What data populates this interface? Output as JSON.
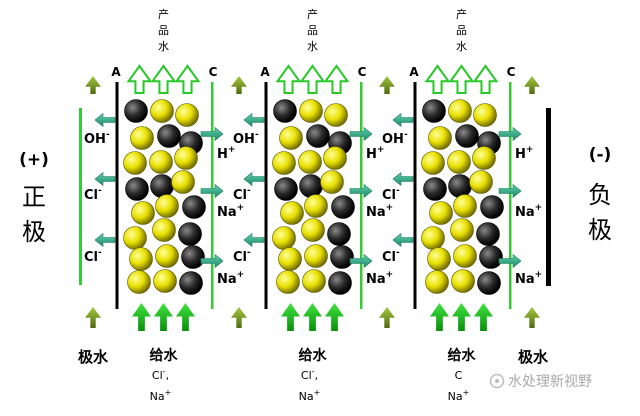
{
  "electrodes": {
    "left": {
      "sign": "(+)",
      "name_1": "正",
      "name_2": "极",
      "color": "#33cc33"
    },
    "right": {
      "sign": "(-)",
      "name_1": "负",
      "name_2": "极",
      "color": "#000000"
    }
  },
  "cells": [
    {
      "membrane_a": "A",
      "membrane_c": "C",
      "product_1": "产",
      "product_2": "品",
      "product_3": "水",
      "anion_labels": [
        {
          "base": "OH",
          "charge": "-"
        },
        {
          "base": "Cl",
          "charge": "-"
        },
        {
          "base": "Cl",
          "charge": "-"
        }
      ],
      "cation_labels": [
        {
          "base": "H",
          "charge": "+"
        },
        {
          "base": "Na",
          "charge": "+"
        },
        {
          "base": "Na",
          "charge": "+"
        }
      ],
      "feed_label": "给水"
    },
    {
      "membrane_a": "A",
      "membrane_c": "C",
      "product_1": "产",
      "product_2": "品",
      "product_3": "水",
      "anion_labels": [
        {
          "base": "OH",
          "charge": "-"
        },
        {
          "base": "Cl",
          "charge": "-"
        },
        {
          "base": "Cl",
          "charge": "-"
        }
      ],
      "cation_labels": [
        {
          "base": "H",
          "charge": "+"
        },
        {
          "base": "Na",
          "charge": "+"
        },
        {
          "base": "Na",
          "charge": "+"
        }
      ],
      "feed_label": "给水"
    },
    {
      "membrane_a": "A",
      "membrane_c": "C",
      "product_1": "产",
      "product_2": "品",
      "product_3": "水",
      "anion_labels": [
        {
          "base": "OH",
          "charge": "-"
        },
        {
          "base": "Cl",
          "charge": "-"
        },
        {
          "base": "Cl",
          "charge": "-"
        }
      ],
      "cation_labels": [
        {
          "base": "H",
          "charge": "+"
        },
        {
          "base": "Na",
          "charge": "+"
        },
        {
          "base": "Na",
          "charge": "+"
        }
      ],
      "feed_label": "给水"
    }
  ],
  "left_bottom_label": "极水",
  "right_bottom_label": "极水",
  "feed_ions": [
    {
      "line1": "Cl",
      "line1_sup": "-",
      "line1_tail": ",",
      "line2": "Na",
      "line2_sup": "+"
    },
    {
      "line1": "Cl",
      "line1_sup": "-",
      "line1_tail": ",",
      "line2": "Na",
      "line2_sup": "+"
    },
    {
      "line1": "C",
      "line1_sup": "",
      "line1_tail": "",
      "line2": "Na",
      "line2_sup": "+"
    }
  ],
  "watermark": "水处理新视野",
  "colors": {
    "anion_arrow": "#2f9a7a",
    "cation_arrow": "#2f9a7a",
    "resin_yellow": "#e8e000",
    "resin_dark": "#222222",
    "flow_green": "#1faa1f",
    "product_outline": "#27c827",
    "electrode_water_arrow": "#6b8e23"
  }
}
